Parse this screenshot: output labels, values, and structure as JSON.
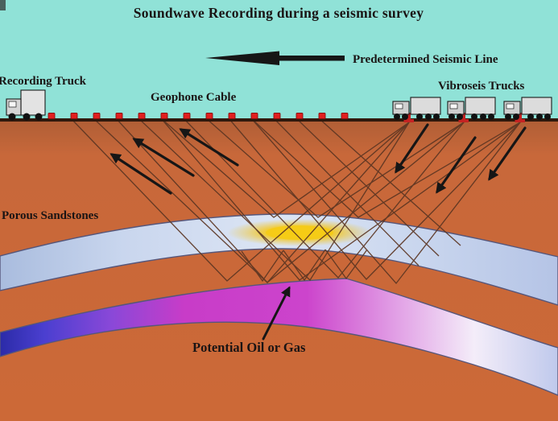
{
  "title": "Soundwave Recording during a seismic survey",
  "labels": {
    "seismic_line": "Predetermined Seismic Line",
    "recording_truck": "Recording Truck",
    "geophone_cable": "Geophone Cable",
    "vibroseis_trucks": "Vibroseis Trucks",
    "porous_sandstones": "Porous Sandstones",
    "potential_oil_gas": "Potential Oil or Gas"
  },
  "colors": {
    "sky": "#90E2D7",
    "ground_top": "#AF5E36",
    "ground": "#C8683A",
    "surface_line": "#30180C",
    "band_edge": "#56567A",
    "sandstone_light": "#DCE5F4",
    "sandstone_mid": "#C9D6EE",
    "sandstone_deep": "#A9BCDE",
    "gas_yellow": "#F5C713",
    "oil_blue": "#2B2BA8",
    "oil_indigo": "#4B3FD0",
    "oil_purple": "#8A48D8",
    "oil_magenta": "#C83CC8",
    "oil_pink": "#E09AE4",
    "oil_light": "#F4EDF9",
    "oil_fade_blue": "#BFC9EC",
    "geophone_red": "#E11F1F",
    "geophone_dark": "#8A1010",
    "truck_trailer": "#DCDCDC",
    "truck_cab": "#CFCFCF",
    "truck_window": "#F7F7F7",
    "wheel": "#111111",
    "vibrator_pad": "#C42222",
    "ray": "#5B3522",
    "arrow": "#161616"
  },
  "elements": {
    "geophone_count": 14,
    "vibroseis_truck_count": 3,
    "recording_truck_count": 1
  }
}
